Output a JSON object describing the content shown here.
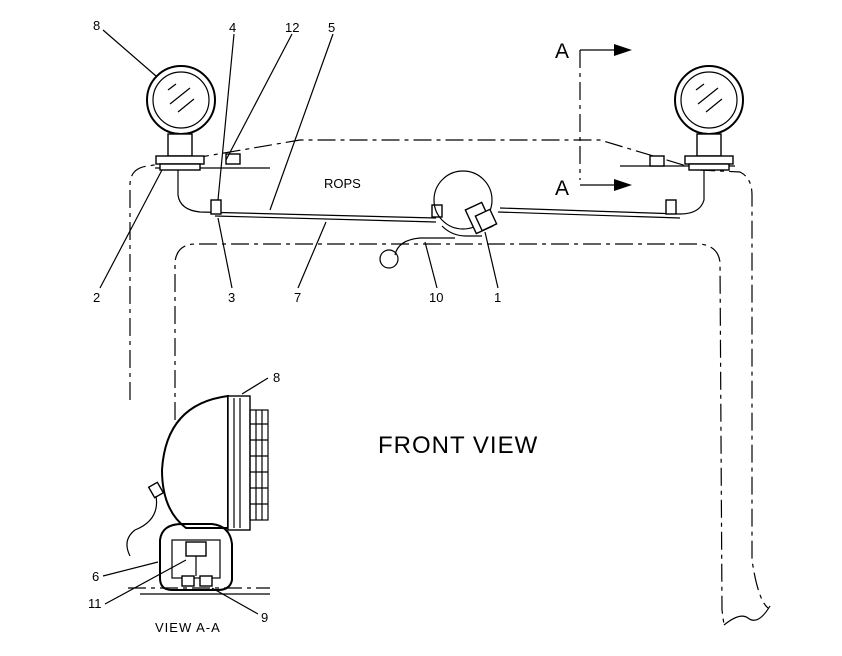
{
  "labels": {
    "rops": "ROPS",
    "front_view": "FRONT VIEW",
    "view_aa": "VIEW A-A",
    "section_letter": "A"
  },
  "callouts": [
    "1",
    "2",
    "3",
    "4",
    "5",
    "6",
    "7",
    "8",
    "9",
    "10",
    "11",
    "12"
  ]
}
